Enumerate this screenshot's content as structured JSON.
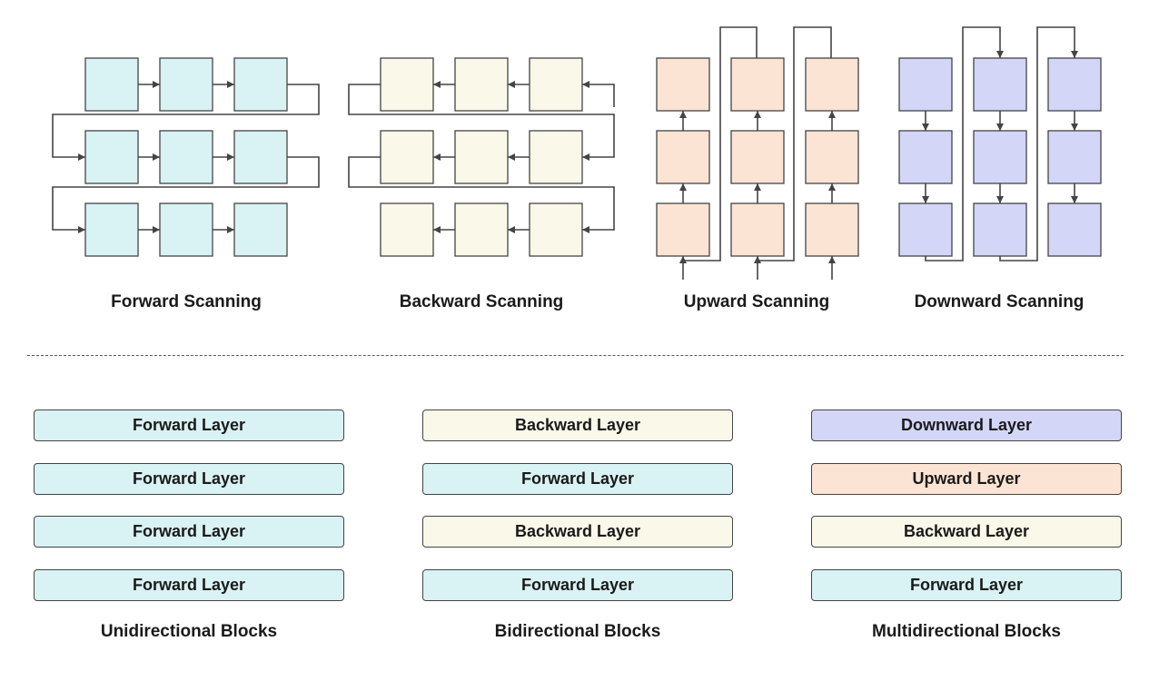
{
  "colors": {
    "forward": "#d9f2f4",
    "backward": "#faf8e8",
    "upward": "#fce4d4",
    "downward": "#d4d6f8",
    "stroke": "#444444"
  },
  "scans": [
    {
      "title": "Forward Scanning",
      "fill": "forward"
    },
    {
      "title": "Backward Scanning",
      "fill": "backward"
    },
    {
      "title": "Upward Scanning",
      "fill": "upward"
    },
    {
      "title": "Downward Scanning",
      "fill": "downward"
    }
  ],
  "blocks": [
    {
      "title": "Unidirectional Blocks",
      "layers": [
        {
          "label": "Forward Layer",
          "color": "forward"
        },
        {
          "label": "Forward Layer",
          "color": "forward"
        },
        {
          "label": "Forward Layer",
          "color": "forward"
        },
        {
          "label": "Forward Layer",
          "color": "forward"
        }
      ]
    },
    {
      "title": "Bidirectional Blocks",
      "layers": [
        {
          "label": "Backward Layer",
          "color": "backward"
        },
        {
          "label": "Forward Layer",
          "color": "forward"
        },
        {
          "label": "Backward Layer",
          "color": "backward"
        },
        {
          "label": "Forward Layer",
          "color": "forward"
        }
      ]
    },
    {
      "title": "Multidirectional Blocks",
      "layers": [
        {
          "label": "Downward Layer",
          "color": "downward"
        },
        {
          "label": "Upward Layer",
          "color": "upward"
        },
        {
          "label": "Backward Layer",
          "color": "backward"
        },
        {
          "label": "Forward Layer",
          "color": "forward"
        }
      ]
    }
  ]
}
